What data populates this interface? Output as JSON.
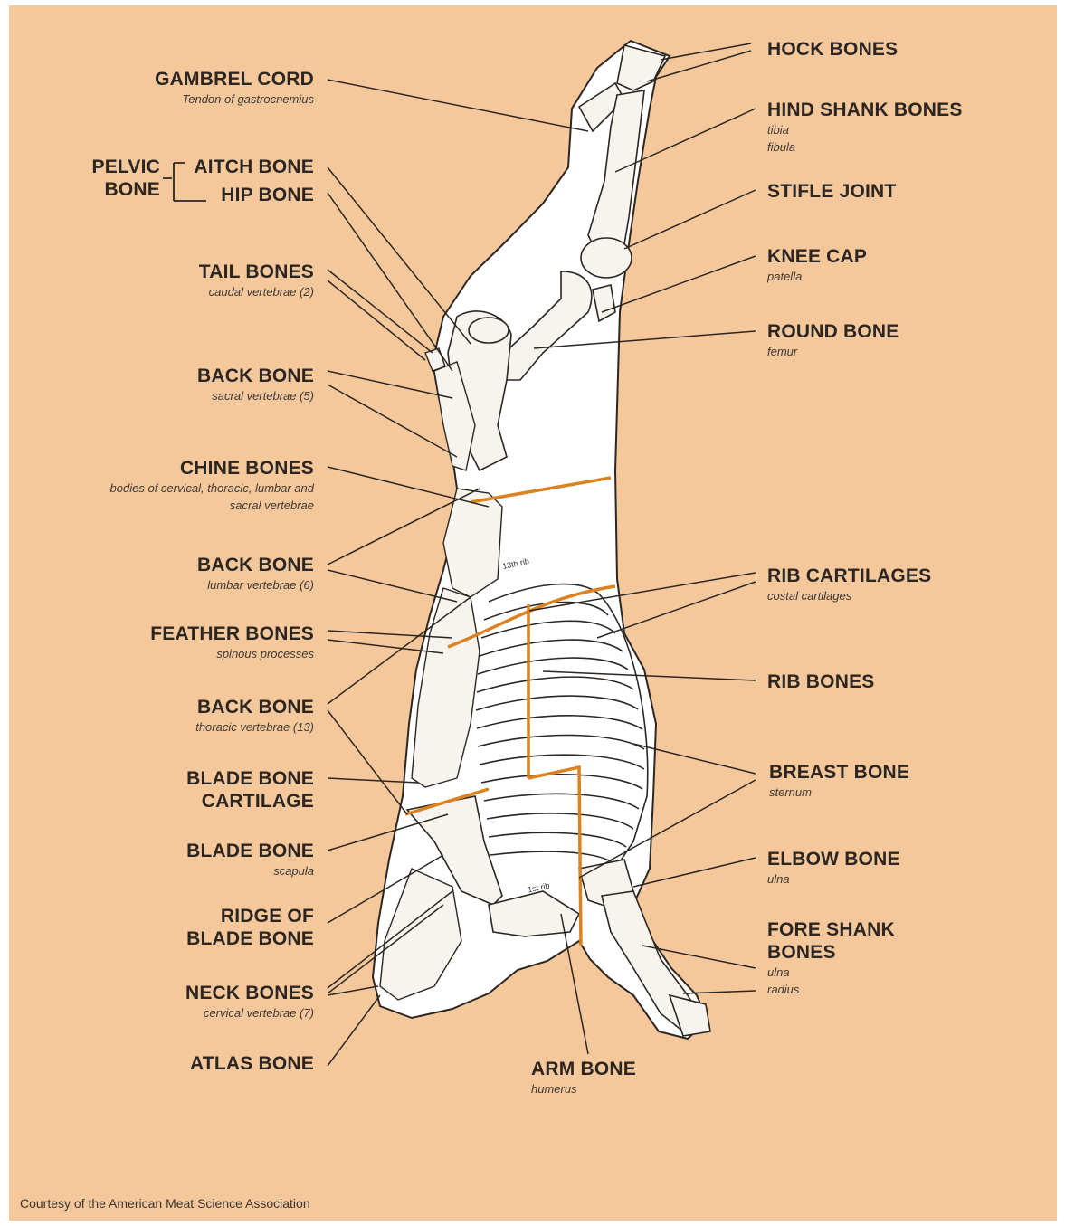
{
  "labels_left": {
    "gambrel_cord": {
      "title": "GAMBREL CORD",
      "sub": "Tendon of gastrocnemius"
    },
    "pelvic_bone": {
      "title": "PELVIC BONE"
    },
    "aitch_bone": {
      "title": "AITCH BONE"
    },
    "hip_bone": {
      "title": "HIP BONE"
    },
    "tail_bones": {
      "title": "TAIL BONES",
      "sub": "caudal vertebrae (2)"
    },
    "back_bone_sacral": {
      "title": "BACK BONE",
      "sub": "sacral vertebrae (5)"
    },
    "chine_bones": {
      "title": "CHINE BONES",
      "sub": "bodies of cervical, thoracic, lumbar and sacral vertebrae"
    },
    "back_bone_lumbar": {
      "title": "BACK BONE",
      "sub": "lumbar vertebrae (6)"
    },
    "feather_bones": {
      "title": "FEATHER BONES",
      "sub": "spinous processes"
    },
    "back_bone_thoracic": {
      "title": "BACK BONE",
      "sub": "thoracic vertebrae (13)"
    },
    "blade_bone_cartilage": {
      "title": "BLADE BONE CARTILAGE"
    },
    "blade_bone": {
      "title": "BLADE BONE",
      "sub": "scapula"
    },
    "ridge_of_blade_bone": {
      "title": "RIDGE OF BLADE BONE"
    },
    "neck_bones": {
      "title": "NECK BONES",
      "sub": "cervical vertebrae (7)"
    },
    "atlas_bone": {
      "title": "ATLAS BONE"
    }
  },
  "labels_right": {
    "hock_bones": {
      "title": "HOCK BONES"
    },
    "hind_shank_bones": {
      "title": "HIND SHANK BONES",
      "sub1": "tibia",
      "sub2": "fibula"
    },
    "stifle_joint": {
      "title": "STIFLE JOINT"
    },
    "knee_cap": {
      "title": "KNEE CAP",
      "sub": "patella"
    },
    "round_bone": {
      "title": "ROUND BONE",
      "sub": "femur"
    },
    "rib_cartilages": {
      "title": "RIB CARTILAGES",
      "sub": "costal cartilages"
    },
    "rib_bones": {
      "title": "RIB BONES"
    },
    "breast_bone": {
      "title": "BREAST BONE",
      "sub": "sternum"
    },
    "elbow_bone": {
      "title": "ELBOW BONE",
      "sub": "ulna"
    },
    "fore_shank_bones": {
      "title": "FORE SHANK BONES",
      "sub1": "ulna",
      "sub2": "radius"
    }
  },
  "labels_bottom": {
    "arm_bone": {
      "title": "ARM BONE",
      "sub": "humerus"
    }
  },
  "rib_tags": {
    "last": "13th rib",
    "first": "1st rib"
  },
  "credit": "Courtesy of the American Meat Science Association",
  "colors": {
    "background": "#f5c89c",
    "carcass": "#ffffff",
    "cut_lines": "#d9821f",
    "ink": "#2b2622"
  }
}
